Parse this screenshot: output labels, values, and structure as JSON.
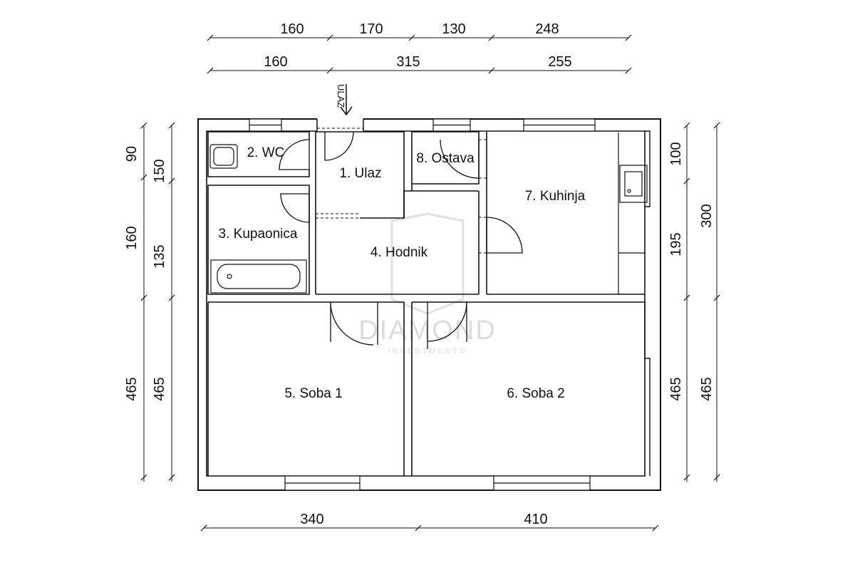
{
  "dimensions": {
    "top_row1": [
      "160",
      "170",
      "130",
      "248"
    ],
    "top_row2": [
      "160",
      "315",
      "255"
    ],
    "bottom": [
      "340",
      "410"
    ],
    "left_outer": [
      "90",
      "160",
      "465"
    ],
    "left_inner": [
      "150",
      "135",
      "465"
    ],
    "right_inner": [
      "100",
      "195",
      "465"
    ],
    "right_outer": [
      "300",
      "465"
    ]
  },
  "entrance_mark": "ULAZ",
  "rooms": [
    {
      "label": "1. Ulaz"
    },
    {
      "label": "2. WC"
    },
    {
      "label": "3. Kupaonica"
    },
    {
      "label": "4. Hodnik"
    },
    {
      "label": "5. Soba 1"
    },
    {
      "label": "6. Soba 2"
    },
    {
      "label": "7. Kuhinja"
    },
    {
      "label": "8. Ostava"
    }
  ],
  "watermark": {
    "name": "DIAMOND",
    "sub": "INVESTMENTS"
  },
  "colors": {
    "line": "#111111",
    "watermark": "#d9dde0"
  }
}
